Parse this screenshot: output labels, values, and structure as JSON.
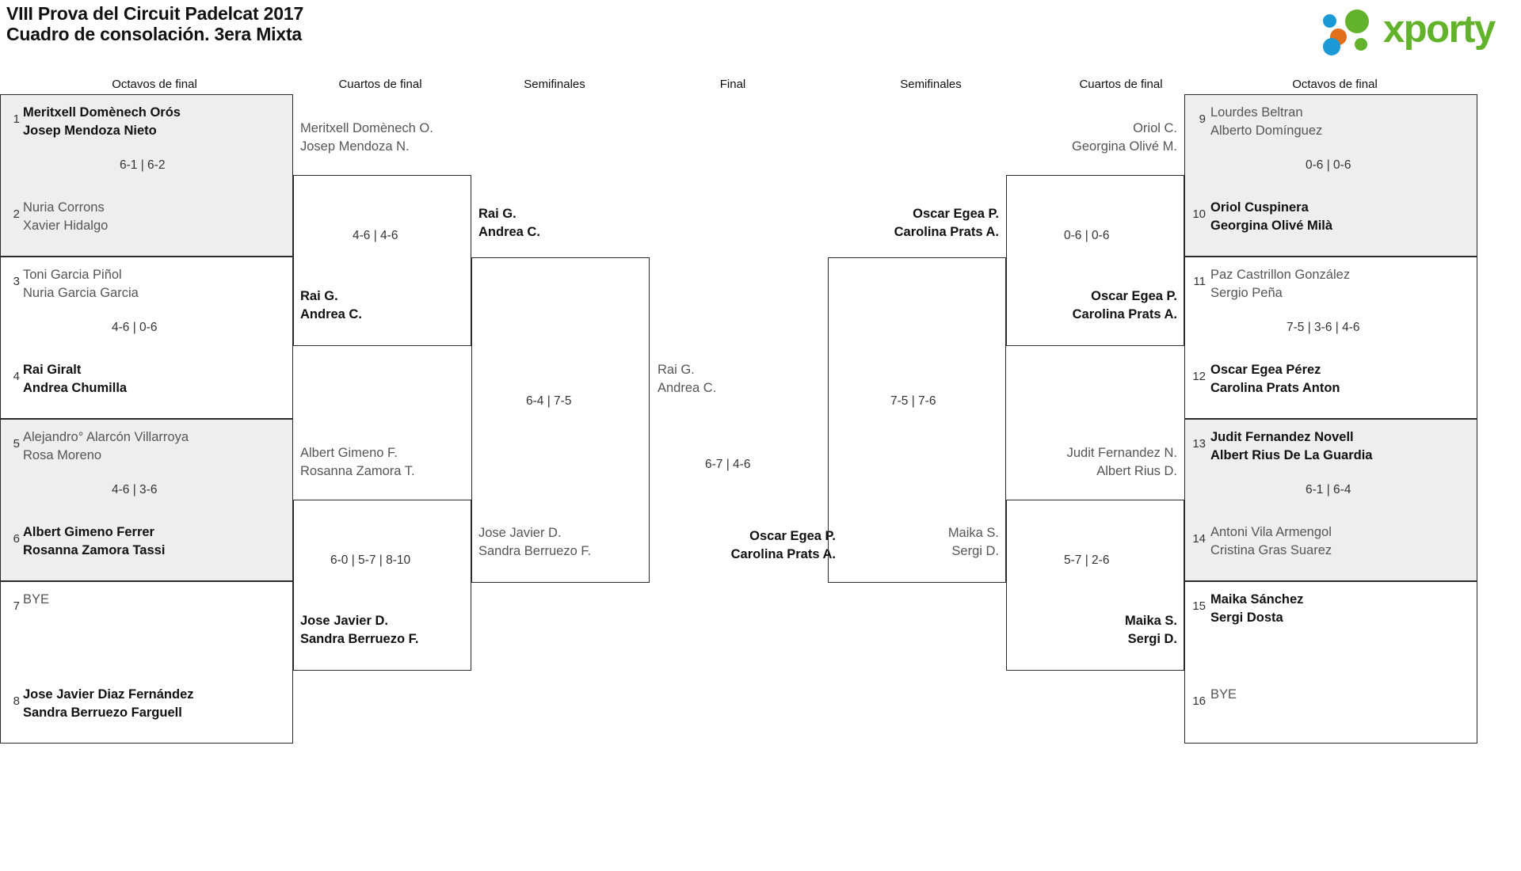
{
  "header": {
    "title_line1": "VIII Prova del Circuit Padelcat 2017",
    "title_line2": "Cuadro de consolación. 3era Mixta",
    "logo_text": "xporty",
    "logo_colors": {
      "blue": "#1b9ad6",
      "orange": "#e2701a",
      "green": "#62b22c"
    }
  },
  "round_headers": [
    {
      "label": "Octavos de final"
    },
    {
      "label": "Cuartos de final"
    },
    {
      "label": "Semifinales"
    },
    {
      "label": "Final"
    },
    {
      "label": "Semifinales"
    },
    {
      "label": "Cuartos de final"
    },
    {
      "label": "Octavos de final"
    }
  ],
  "left": {
    "r16": [
      {
        "seed_top": "1",
        "top_p1": "Meritxell Domènech Orós",
        "top_p2": "Josep Mendoza Nieto",
        "score": "6-1 | 6-2",
        "seed_bot": "2",
        "bot_p1": "Nuria Corrons",
        "bot_p2": "Xavier Hidalgo"
      },
      {
        "seed_top": "3",
        "top_p1": "Toni Garcia Piñol",
        "top_p2": "Nuria Garcia Garcia",
        "score": "4-6 | 0-6",
        "seed_bot": "4",
        "bot_p1": "Rai Giralt",
        "bot_p2": "Andrea Chumilla"
      },
      {
        "seed_top": "5",
        "top_p1": "Alejandro° Alarcón Villarroya",
        "top_p2": "Rosa Moreno",
        "score": "4-6 | 3-6",
        "seed_bot": "6",
        "bot_p1": "Albert Gimeno Ferrer",
        "bot_p2": "Rosanna Zamora Tassi"
      },
      {
        "seed_top": "7",
        "top_p1": "BYE",
        "top_p2": "",
        "score": "",
        "seed_bot": "8",
        "bot_p1": "Jose Javier Diaz Fernández",
        "bot_p2": "Sandra Berruezo Farguell"
      }
    ],
    "qf": [
      {
        "top_p1": "Meritxell Domènech O.",
        "top_p2": "Josep Mendoza N.",
        "score": "4-6 | 4-6",
        "bot_p1": "Rai G.",
        "bot_p2": "Andrea C."
      },
      {
        "top_p1": "Albert Gimeno F.",
        "top_p2": "Rosanna Zamora T.",
        "score": "6-0 | 5-7 | 8-10",
        "bot_p1": "Jose Javier D.",
        "bot_p2": "Sandra Berruezo F."
      }
    ],
    "sf": [
      {
        "top_p1": "Rai G.",
        "top_p2": "Andrea C.",
        "score": "6-4 | 7-5",
        "bot_p1": "Jose Javier D.",
        "bot_p2": "Sandra Berruezo F."
      }
    ]
  },
  "final": {
    "top_p1": "Rai G.",
    "top_p2": "Andrea C.",
    "score": "6-7 | 4-6",
    "bot_p1": "Oscar Egea P.",
    "bot_p2": "Carolina Prats A."
  },
  "right": {
    "sf": [
      {
        "top_p1": "Oscar Egea P.",
        "top_p2": "Carolina Prats A.",
        "score": "7-5 | 7-6",
        "bot_p1": "Maika S.",
        "bot_p2": "Sergi D."
      }
    ],
    "qf": [
      {
        "top_p1": "Oriol C.",
        "top_p2": "Georgina Olivé M.",
        "score": "0-6 | 0-6",
        "bot_p1": "Oscar Egea P.",
        "bot_p2": "Carolina Prats A."
      },
      {
        "top_p1": "Judit Fernandez N.",
        "top_p2": "Albert Rius D.",
        "score": "5-7 | 2-6",
        "bot_p1": "Maika S.",
        "bot_p2": "Sergi D."
      }
    ],
    "r16": [
      {
        "seed_top": "9",
        "top_p1": "Lourdes Beltran",
        "top_p2": "Alberto Domínguez",
        "score": "0-6 | 0-6",
        "seed_bot": "10",
        "bot_p1": "Oriol Cuspinera",
        "bot_p2": "Georgina Olivé Milà"
      },
      {
        "seed_top": "11",
        "top_p1": "Paz Castrillon González",
        "top_p2": "Sergio Peña",
        "score": "7-5 | 3-6 | 4-6",
        "seed_bot": "12",
        "bot_p1": "Oscar Egea Pérez",
        "bot_p2": "Carolina Prats Anton"
      },
      {
        "seed_top": "13",
        "top_p1": "Judit Fernandez Novell",
        "top_p2": "Albert Rius De La Guardia",
        "score": "6-1 | 6-4",
        "seed_bot": "14",
        "bot_p1": "Antoni Vila Armengol",
        "bot_p2": "Cristina Gras Suarez"
      },
      {
        "seed_top": "15",
        "top_p1": "Maika Sánchez",
        "top_p2": "Sergi Dosta",
        "score": "",
        "seed_bot": "16",
        "bot_p1": "BYE",
        "bot_p2": ""
      }
    ]
  }
}
